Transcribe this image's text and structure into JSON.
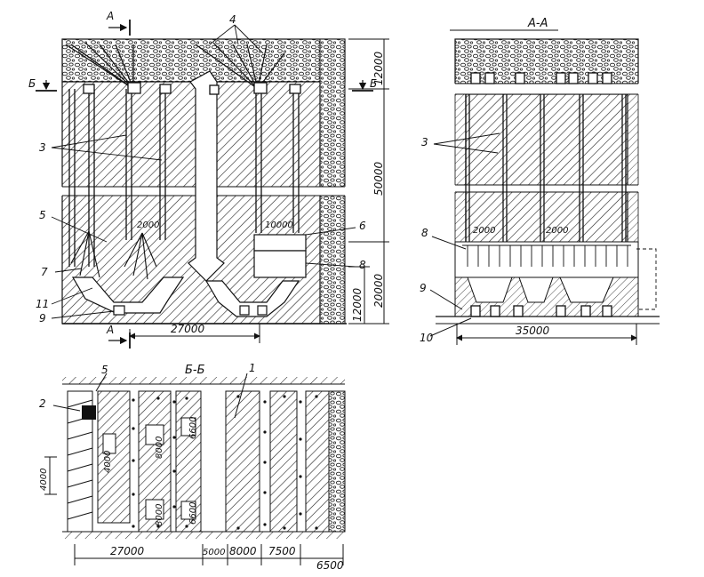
{
  "section_labels": {
    "section_a": "А",
    "section_a_bottom": "А",
    "section_b_left": "Б",
    "section_b_right": "Б",
    "view_aa_title": "А-А",
    "view_bb_title": "Б-Б"
  },
  "callouts": {
    "c1": "1",
    "c2": "2",
    "c3_main": "3",
    "c3_aa": "3",
    "c4": "4",
    "c5_main": "5",
    "c5_bb": "5",
    "c6": "6",
    "c7": "7",
    "c8_main": "8",
    "c8_aa": "8",
    "c9_main": "9",
    "c9_aa": "9",
    "c10": "10",
    "c11": "11"
  },
  "dimensions": {
    "main_height_top": "12000",
    "main_height_middle": "50000",
    "main_height_lower_a": "12000",
    "main_height_lower_b": "20000",
    "main_width": "27000",
    "main_inner_2000": "2000",
    "main_inner_10000": "10000",
    "aa_inner_2000_left": "2000",
    "aa_inner_2000_right": "2000",
    "aa_width": "35000",
    "bb_width_27000": "27000",
    "bb_width_5000": "5000",
    "bb_width_8000": "8000",
    "bb_width_7500": "7500",
    "bb_width_6500": "6500",
    "bb_height_4000_left": "4000",
    "bb_height_4000_inner": "4000",
    "bb_pillar_8000_top": "8000",
    "bb_pillar_8000_bottom": "8000",
    "bb_pillar_6600_top": "6600",
    "bb_pillar_6600_bottom": "6600"
  }
}
